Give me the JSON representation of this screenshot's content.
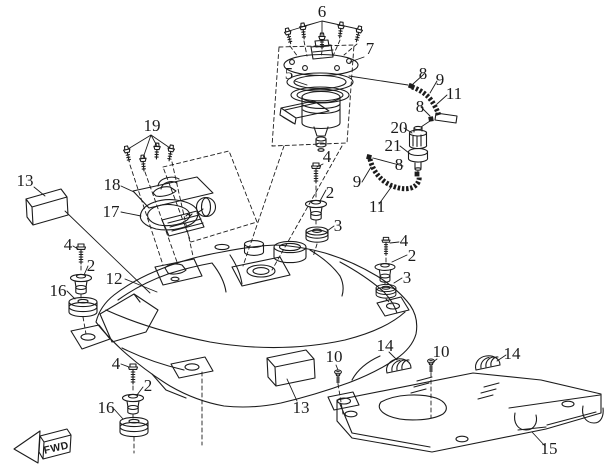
{
  "diagram": {
    "kind": "exploded parts diagram - fuel tank assembly",
    "direction_label": "FWD",
    "ink": "#1c1c1c",
    "background": "#ffffff",
    "part_numbers_shown": [
      "2",
      "3",
      "4",
      "5",
      "6",
      "7",
      "8",
      "9",
      "10",
      "11",
      "12",
      "13",
      "14",
      "15",
      "16",
      "17",
      "18",
      "19",
      "20",
      "21"
    ]
  },
  "labels": [
    {
      "ref": "6"
    },
    {
      "ref": "7"
    },
    {
      "ref": "5"
    },
    {
      "ref": "8"
    },
    {
      "ref": "9"
    },
    {
      "ref": "11"
    },
    {
      "ref": "8"
    },
    {
      "ref": "20"
    },
    {
      "ref": "21"
    },
    {
      "ref": "8"
    },
    {
      "ref": "9"
    },
    {
      "ref": "11"
    },
    {
      "ref": "19"
    },
    {
      "ref": "18"
    },
    {
      "ref": "17"
    },
    {
      "ref": "13"
    },
    {
      "ref": "4"
    },
    {
      "ref": "2"
    },
    {
      "ref": "16"
    },
    {
      "ref": "12"
    },
    {
      "ref": "4"
    },
    {
      "ref": "2"
    },
    {
      "ref": "3"
    },
    {
      "ref": "4"
    },
    {
      "ref": "2"
    },
    {
      "ref": "3"
    },
    {
      "ref": "4"
    },
    {
      "ref": "2"
    },
    {
      "ref": "16"
    },
    {
      "ref": "13"
    },
    {
      "ref": "10"
    },
    {
      "ref": "14"
    },
    {
      "ref": "10"
    },
    {
      "ref": "14"
    },
    {
      "ref": "15"
    }
  ]
}
